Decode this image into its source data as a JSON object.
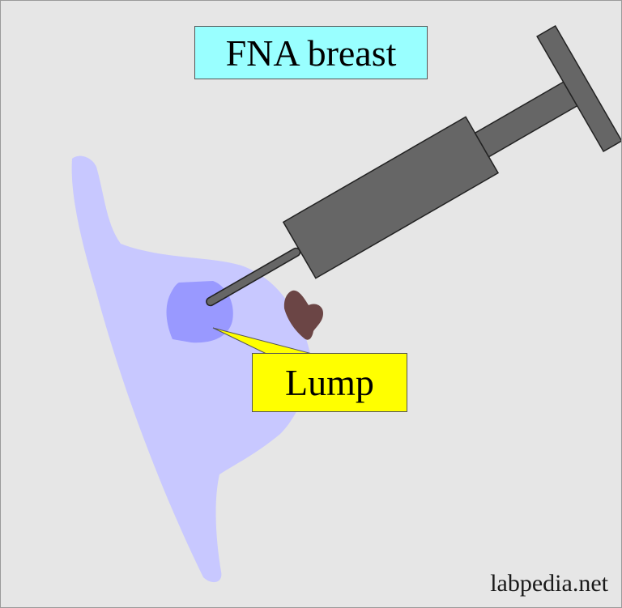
{
  "diagram": {
    "title": "FNA breast",
    "lump_label": "Lump",
    "watermark": "labpedia.net"
  },
  "colors": {
    "background": "#e6e6e6",
    "breast": "#c8c8ff",
    "lump": "#9999ff",
    "nipple": "#6b4545",
    "syringe": "#666666",
    "title_box": "#99ffff",
    "label_box": "#ffff00"
  }
}
